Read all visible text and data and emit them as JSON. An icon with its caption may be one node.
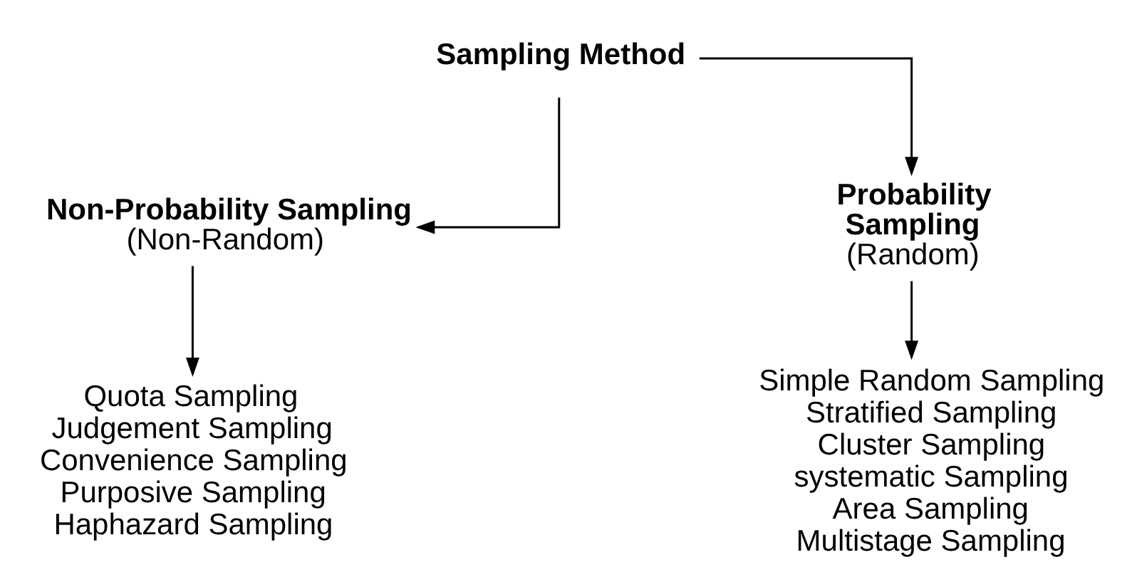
{
  "diagram": {
    "nodes": [
      {
        "text": [
          "Sampling Method"
        ]
      },
      {
        "text": [
          "Non-Probability Sampling",
          "(Non-Random)"
        ]
      },
      {
        "text": [
          "Probability Sampling",
          "(Random)"
        ]
      },
      {
        "text": [
          "Quota Sampling",
          "Judgement Sampling",
          "Convenience Sampling",
          "Purposive Sampling",
          "Haphazard Sampling"
        ]
      },
      {
        "text": [
          "Simple Random Sampling",
          "Stratified Sampling",
          "Cluster Sampling",
          "systematic Sampling",
          "Area Sampling",
          "Multistage Sampling"
        ]
      }
    ],
    "edges": [
      {
        "from": 0,
        "to": 1,
        "arrow": "to"
      },
      {
        "from": 0,
        "to": 2,
        "arrow": "to"
      },
      {
        "from": 1,
        "to": 3,
        "arrow": "to"
      },
      {
        "from": 2,
        "to": 4,
        "arrow": "to"
      }
    ]
  }
}
